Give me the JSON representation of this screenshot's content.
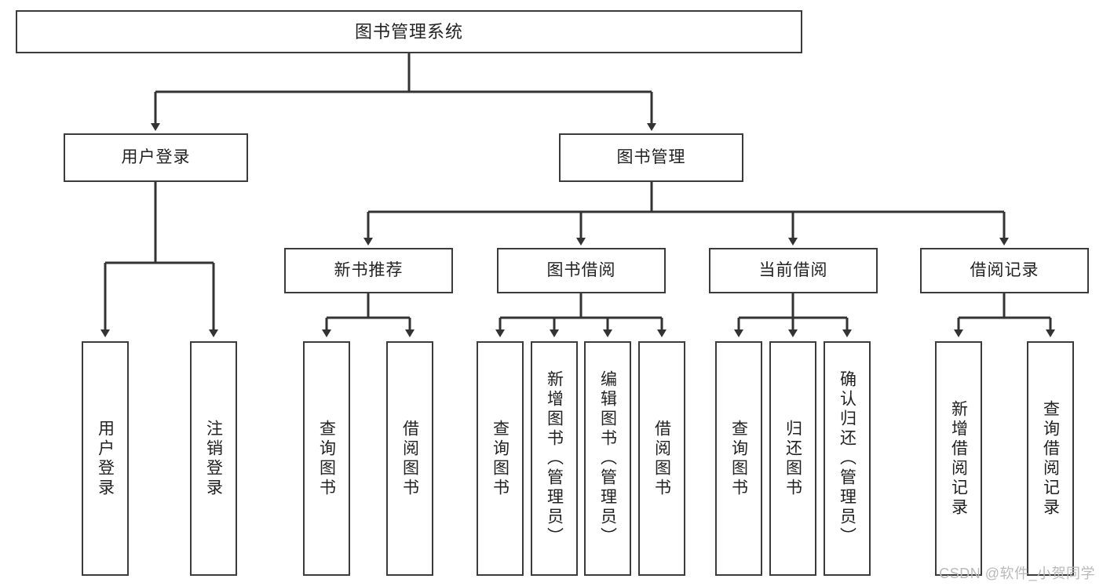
{
  "diagram": {
    "type": "tree",
    "title": "图书管理系统",
    "watermark": "CSDN @软件_小贺同学",
    "colors": {
      "box_border": "#3b3b3b",
      "box_fill": "#ffffff",
      "connector": "#333333",
      "text": "#222222",
      "watermark": "#b9b9b9"
    },
    "levels": {
      "root": "图书管理系统",
      "level2": [
        "用户登录",
        "图书管理"
      ],
      "level3": [
        "新书推荐",
        "图书借阅",
        "当前借阅",
        "借阅记录"
      ]
    },
    "nodes": {
      "root": {
        "label": "图书管理系统"
      },
      "user_login": {
        "label": "用户登录"
      },
      "book_manage": {
        "label": "图书管理"
      },
      "new_book_rec": {
        "label": "新书推荐"
      },
      "book_borrow": {
        "label": "图书借阅"
      },
      "current_borrow": {
        "label": "当前借阅"
      },
      "borrow_record": {
        "label": "借阅记录"
      },
      "leaf_user_login": {
        "label": "用户登录"
      },
      "leaf_logout": {
        "label": "注销登录"
      },
      "leaf_query_book_1": {
        "label": "查询图书"
      },
      "leaf_borrow_book_1": {
        "label": "借阅图书"
      },
      "leaf_query_book_2": {
        "label": "查询图书"
      },
      "leaf_add_book": {
        "label": "新增图书（管理员）"
      },
      "leaf_edit_book": {
        "label": "编辑图书（管理员）"
      },
      "leaf_borrow_book_2": {
        "label": "借阅图书"
      },
      "leaf_query_book_3": {
        "label": "查询图书"
      },
      "leaf_return_book": {
        "label": "归还图书"
      },
      "leaf_confirm_return": {
        "label": "确认归还（管理员）"
      },
      "leaf_add_record": {
        "label": "新增借阅记录"
      },
      "leaf_query_record": {
        "label": "查询借阅记录"
      }
    }
  }
}
